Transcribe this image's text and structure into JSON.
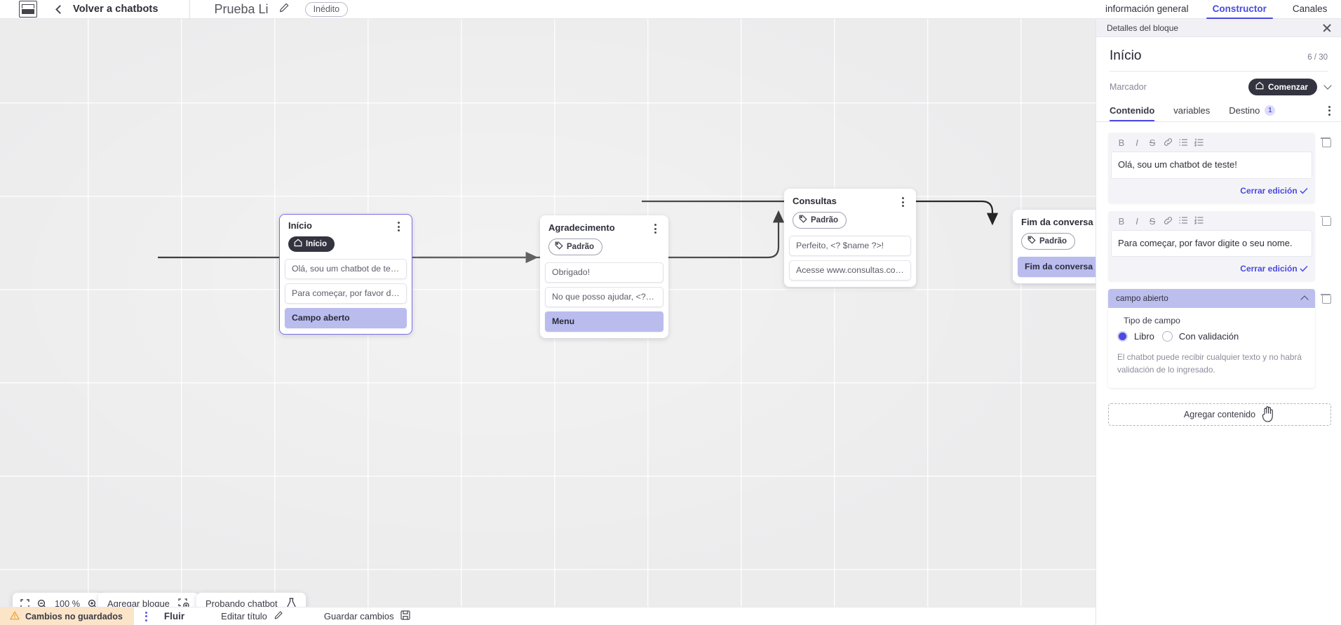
{
  "topbar": {
    "logo_icon": "app-logo-icon",
    "back_chevron_icon": "chevron-left-icon",
    "back_label": "Volver a chatbots",
    "bot_title": "Prueba Li",
    "edit_icon": "pencil-icon",
    "status_chip": "Inédito"
  },
  "right_tabs": [
    {
      "label": "información general",
      "active": false
    },
    {
      "label": "Constructor",
      "active": true
    },
    {
      "label": "Canales",
      "active": false
    }
  ],
  "canvas": {
    "nodes": [
      {
        "title": "Início",
        "tag": {
          "label": "Início",
          "icon": "home-icon",
          "style": "dark"
        },
        "selected": true,
        "messages": [
          {
            "text": "Olá, sou um chatbot de teste!",
            "kind": "message"
          },
          {
            "text": "Para começar, por favor digite o …",
            "kind": "message"
          },
          {
            "text": "Campo aberto",
            "kind": "field"
          }
        ]
      },
      {
        "title": "Agradecimento",
        "tag": {
          "label": "Padrão",
          "icon": "tag-icon",
          "style": "outline"
        },
        "selected": false,
        "messages": [
          {
            "text": "Obrigado!",
            "kind": "message"
          },
          {
            "text": "No que posso ajudar, <? $name …",
            "kind": "message"
          },
          {
            "text": "Menu",
            "kind": "field"
          }
        ]
      },
      {
        "title": "Consultas",
        "tag": {
          "label": "Padrão",
          "icon": "tag-icon",
          "style": "outline"
        },
        "selected": false,
        "messages": [
          {
            "text": "Perfeito, <? $name ?>!",
            "kind": "message"
          },
          {
            "text": "Acesse www.consultas.com par…",
            "kind": "message"
          }
        ]
      },
      {
        "title": "Fim da conversa",
        "tag": {
          "label": "Padrão",
          "icon": "tag-icon",
          "style": "outline"
        },
        "selected": false,
        "messages": [
          {
            "text": "Fim da conversa",
            "kind": "field"
          }
        ]
      }
    ]
  },
  "zoom_toolbar": {
    "fit_icon": "fit-screen-icon",
    "zoom_out_icon": "zoom-out-icon",
    "level": "100 %",
    "zoom_in_icon": "zoom-in-icon"
  },
  "canvas_buttons": {
    "add_block": "Agregar bloque",
    "add_block_icon": "add-block-icon",
    "test_bot": "Probando chatbot",
    "test_bot_icon": "flask-icon"
  },
  "statusbar": {
    "warning_icon": "warning-triangle-icon",
    "unsaved": "Cambios no guardados",
    "kebab_icon": "kebab-menu-icon",
    "tab_flow": "Fluir",
    "edit_title": "Editar título",
    "edit_title_icon": "pencil-icon",
    "save_changes": "Guardar cambios",
    "save_icon": "save-disk-icon"
  },
  "panel": {
    "header": "Detalles del bloque",
    "close_icon": "close-icon",
    "title": "Início",
    "count": "6 / 30",
    "marker_label": "Marcador",
    "marker_value": "Comenzar",
    "marker_icon": "home-icon",
    "marker_chevron_icon": "chevron-down-icon",
    "tabs": [
      {
        "label": "Contenido",
        "active": true,
        "badge": ""
      },
      {
        "label": "variables",
        "active": false,
        "badge": ""
      },
      {
        "label": "Destino",
        "active": false,
        "badge": "1"
      }
    ],
    "tabs_more_icon": "kebab-menu-icon",
    "editor_tools": [
      "B",
      "I",
      "S",
      "link-icon",
      "bullet-list-icon",
      "numbered-list-icon"
    ],
    "blocks": [
      {
        "text": "Olá, sou um chatbot de teste!",
        "close_label": "Cerrar edición",
        "check_icon": "check-icon",
        "delete_icon": "trash-icon"
      },
      {
        "text": "Para começar, por favor digite o seu nome.",
        "close_label": "Cerrar edición",
        "check_icon": "check-icon",
        "delete_icon": "trash-icon"
      }
    ],
    "field_block": {
      "header": "campo abierto",
      "collapse_icon": "chevron-up-icon",
      "delete_icon": "trash-icon",
      "type_label": "Tipo de campo",
      "options": [
        {
          "label": "Libro",
          "selected": true
        },
        {
          "label": "Con validación",
          "selected": false
        }
      ],
      "note": "El chatbot puede recibir cualquier texto y no habrá validación de lo ingresado."
    },
    "add_content": "Agregar contenido"
  },
  "colors": {
    "accent": "#4a4ae0",
    "dark_pill": "#343440",
    "field_chip": "#b9bced",
    "warning_bg": "#fbe4c8",
    "canvas_bg": "#ececed"
  }
}
